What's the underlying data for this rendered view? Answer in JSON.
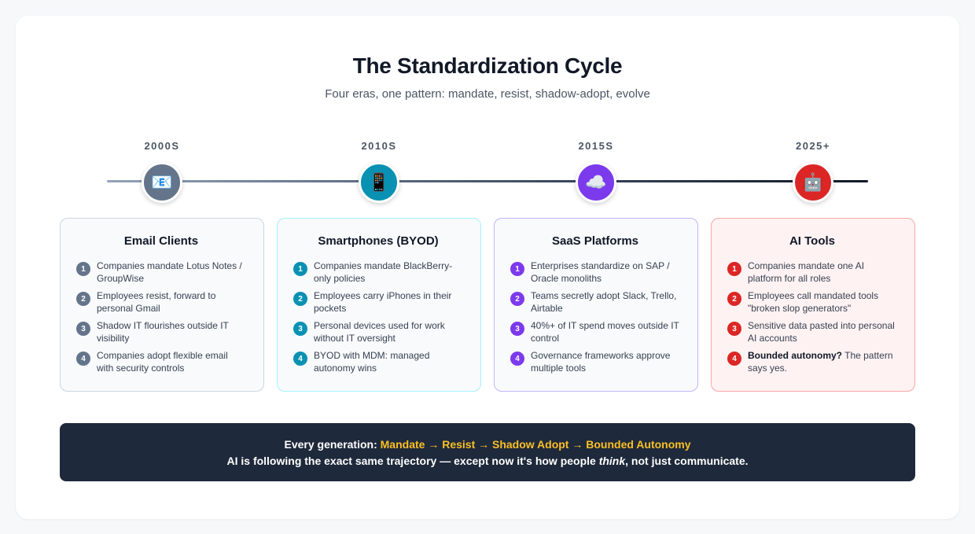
{
  "header": {
    "title": "The Standardization Cycle",
    "subtitle": "Four eras, one pattern: mandate, resist, shadow-adopt, evolve"
  },
  "colors": {
    "gray": "#64748b",
    "teal": "#0891b2",
    "purple": "#7c3aed",
    "red": "#dc2626",
    "banner_bg": "#1e293b",
    "banner_accent": "#fbbf24"
  },
  "eras": [
    {
      "era": "2000S",
      "icon": "email-icon",
      "glyph": "📧",
      "title": "Email Clients",
      "steps": [
        {
          "num": "1",
          "text": "Companies mandate Lotus Notes / GroupWise"
        },
        {
          "num": "2",
          "text": "Employees resist, forward to personal Gmail"
        },
        {
          "num": "3",
          "text": "Shadow IT flourishes outside IT visibility"
        },
        {
          "num": "4",
          "text": "Companies adopt flexible email with security controls"
        }
      ]
    },
    {
      "era": "2010S",
      "icon": "smartphone-icon",
      "glyph": "📱",
      "title": "Smartphones (BYOD)",
      "steps": [
        {
          "num": "1",
          "text": "Companies mandate BlackBerry-only policies"
        },
        {
          "num": "2",
          "text": "Employees carry iPhones in their pockets"
        },
        {
          "num": "3",
          "text": "Personal devices used for work without IT oversight"
        },
        {
          "num": "4",
          "text": "BYOD with MDM: managed autonomy wins"
        }
      ]
    },
    {
      "era": "2015S",
      "icon": "cloud-icon",
      "glyph": "☁️",
      "title": "SaaS Platforms",
      "steps": [
        {
          "num": "1",
          "text": "Enterprises standardize on SAP / Oracle monoliths"
        },
        {
          "num": "2",
          "text": "Teams secretly adopt Slack, Trello, Airtable"
        },
        {
          "num": "3",
          "text": "40%+ of IT spend moves outside IT control"
        },
        {
          "num": "4",
          "text": "Governance frameworks approve multiple tools"
        }
      ]
    },
    {
      "era": "2025+",
      "icon": "robot-icon",
      "glyph": "🤖",
      "title": "AI Tools",
      "steps": [
        {
          "num": "1",
          "text": "Companies mandate one AI platform for all roles"
        },
        {
          "num": "2",
          "text": "Employees call mandated tools \"broken slop generators\""
        },
        {
          "num": "3",
          "text": "Sensitive data pasted into personal AI accounts"
        },
        {
          "num": "4",
          "bold": "Bounded autonomy?",
          "text": " The pattern says yes."
        }
      ]
    }
  ],
  "banner": {
    "line1_prefix": "Every generation: ",
    "line1_accent": "Mandate → Resist → Shadow Adopt → Bounded Autonomy",
    "line2_before": "AI is following the exact same trajectory — except now it's how people ",
    "line2_emph": "think",
    "line2_after": ", not just communicate."
  }
}
